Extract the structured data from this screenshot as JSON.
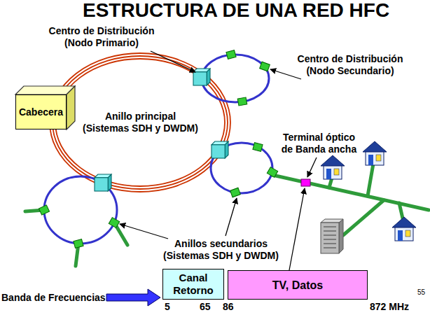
{
  "diagram": {
    "title": "ESTRUCTURA DE UNA RED HFC",
    "nodes": [
      {
        "text": [
          "Cabecera"
        ]
      },
      {
        "text": [
          "Canal Retorno"
        ]
      },
      {
        "text": [
          "TV, Datos"
        ]
      }
    ],
    "labels": [
      "Centro de Distribución (Nodo Primario)",
      "Centro de Distribución (Nodo Secundario)",
      "Anillo principal (Sistemas SDH y DWDM)",
      "Terminal óptico de Banda ancha",
      "Anillos secundarios (Sistemas SDH y DWDM)",
      "Banda de Frecuencias",
      "5",
      "65",
      "86",
      "872 MHz",
      "55"
    ]
  }
}
